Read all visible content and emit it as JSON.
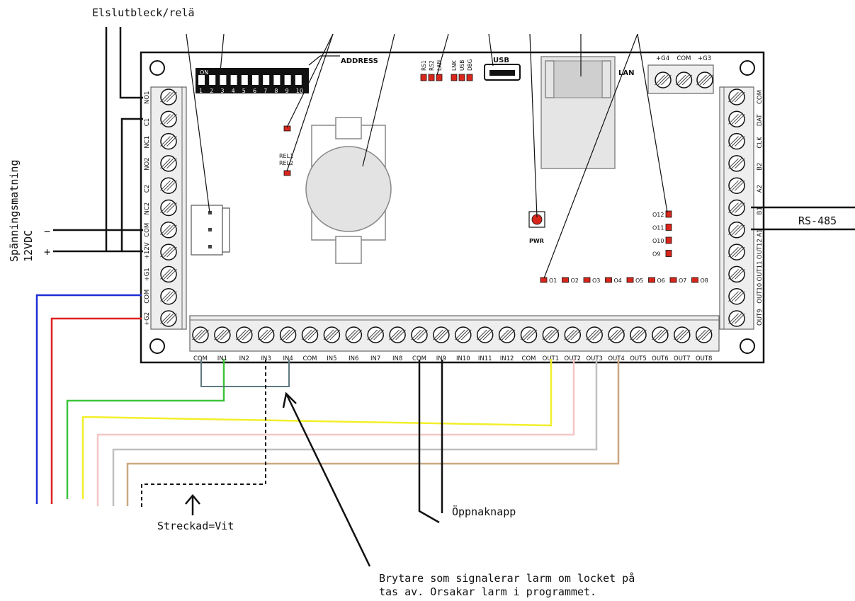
{
  "annotations": {
    "relay": "Elslutbleck/relä",
    "power_line1": "Spänningsmatning",
    "power_line2": "12VDC",
    "minus": "−",
    "plus": "+",
    "rs485": "RS-485",
    "dashed": "Streckad=Vit",
    "open_button": "Öppnaknapp",
    "tamper_line1": "Brytare som signalerar larm om locket på",
    "tamper_line2": "tas av. Orsakar larm i programmet."
  },
  "board": {
    "address_label": "ADDRESS",
    "dip_on": "ON",
    "dip_numbers": [
      "1",
      "2",
      "3",
      "4",
      "5",
      "6",
      "7",
      "8",
      "9",
      "10"
    ],
    "rel_labels": [
      "REL1",
      "REL2"
    ],
    "status_leds": [
      "RS1",
      "RS2",
      "LAN",
      "LNK",
      "USB",
      "DBG"
    ],
    "usb_label": "USB",
    "lan_label": "LAN",
    "pwr_label": "PWR",
    "top_terminals": [
      "+G4",
      "COM",
      "+G3"
    ],
    "left_terminals": [
      "NO1",
      "C1",
      "NC1",
      "NO2",
      "C2",
      "NC2",
      "COM",
      "+12V",
      "+G1",
      "COM",
      "+G2"
    ],
    "right_terminals": [
      "COM",
      "DAT",
      "CLK",
      "B2",
      "A2",
      "B1",
      "A1",
      "OUT12",
      "OUT11",
      "OUT10",
      "OUT9"
    ],
    "bottom_terminals": [
      "COM",
      "IN1",
      "IN2",
      "IN3",
      "IN4",
      "COM",
      "IN5",
      "IN6",
      "IN7",
      "IN8",
      "COM",
      "IN9",
      "IN10",
      "IN11",
      "IN12",
      "COM",
      "OUT1",
      "OUT2",
      "OUT3",
      "OUT4",
      "OUT5",
      "OUT6",
      "OUT7",
      "OUT8"
    ],
    "out_leds_row": [
      "O1",
      "O2",
      "O3",
      "O4",
      "O5",
      "O6",
      "O7",
      "O8"
    ],
    "out_leds_col": [
      "O12",
      "O11",
      "O10",
      "O9"
    ]
  },
  "colors": {
    "led": "#d9261c",
    "wire_blue": "#1f2fd6",
    "wire_red": "#e01f1f",
    "wire_green": "#3cc43c",
    "wire_yellow": "#f2ef2a",
    "wire_pink": "#f4c6c6",
    "wire_gray": "#c0c0c0",
    "wire_tan": "#c9a880",
    "tamper_wire": "#5e7a80"
  }
}
